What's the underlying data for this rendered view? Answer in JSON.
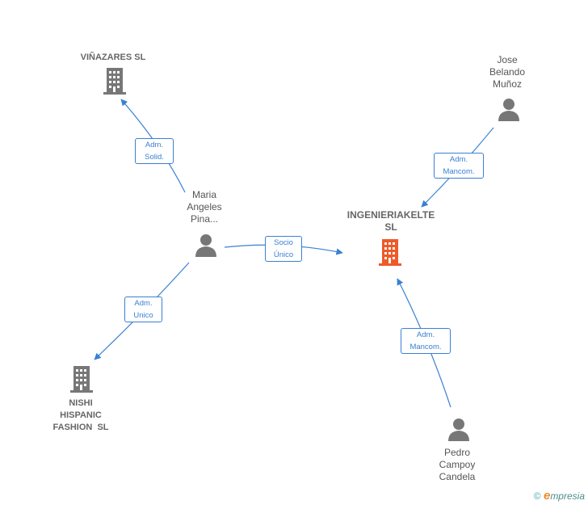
{
  "nodes": {
    "vinazares": {
      "lines": [
        "VIÑAZARES SL"
      ],
      "icon": "building-icon",
      "color": "#777777"
    },
    "jose": {
      "lines": [
        "Jose",
        "Belando",
        "Muñoz"
      ],
      "icon": "person-icon",
      "color": "#777777"
    },
    "maria": {
      "lines": [
        "Maria",
        "Angeles",
        "Pina..."
      ],
      "icon": "person-icon",
      "color": "#777777"
    },
    "ingenieria": {
      "lines": [
        "INGENIERIAKELTE",
        "SL"
      ],
      "icon": "building-icon",
      "color": "#ee5a2a"
    },
    "nishi": {
      "lines": [
        "NISHI",
        "HISPANIC",
        "FASHION  SL"
      ],
      "icon": "building-icon",
      "color": "#777777"
    },
    "pedro": {
      "lines": [
        "Pedro",
        "Campoy",
        "Candela"
      ],
      "icon": "person-icon",
      "color": "#777777"
    }
  },
  "edges": {
    "maria_vinazares": [
      "Adm.",
      "Solid."
    ],
    "jose_ingenieria": [
      "Adm.",
      "Mancom."
    ],
    "maria_ingenieria": [
      "Socio",
      "Único"
    ],
    "maria_nishi": [
      "Adm.",
      "Unico"
    ],
    "pedro_ingenieria": [
      "Adm.",
      "Mancom."
    ]
  },
  "footer": {
    "copyright_symbol": "©",
    "brand_initial": "e",
    "brand_rest": "mpresia"
  },
  "colors": {
    "edge": "#3a80d2",
    "icon": "#777777",
    "focus": "#ee5a2a"
  }
}
